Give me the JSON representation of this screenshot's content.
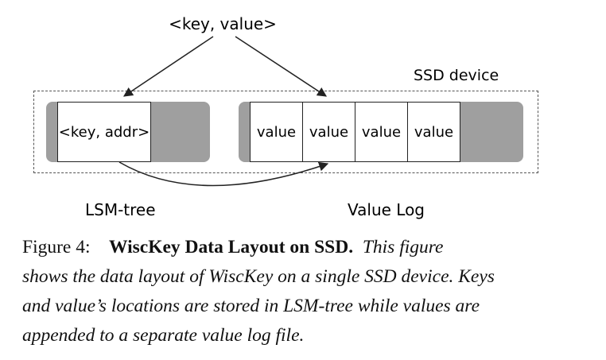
{
  "diagram": {
    "top_label": "<key, value>",
    "ssd_label": "SSD device",
    "lsm_cell_label": "<key, addr>",
    "value_cells": [
      "value",
      "value",
      "value",
      "value"
    ],
    "lsm_label": "LSM-tree",
    "vlog_label": "Value Log"
  },
  "caption": {
    "figure_number": "Figure 4:",
    "title": "WiscKey Data Layout on SSD.",
    "lines": [
      "This figure",
      "shows the data layout of WiscKey on a single SSD device. Keys",
      "and value’s locations are stored in LSM-tree while values are",
      "appended to a separate value log file."
    ]
  }
}
